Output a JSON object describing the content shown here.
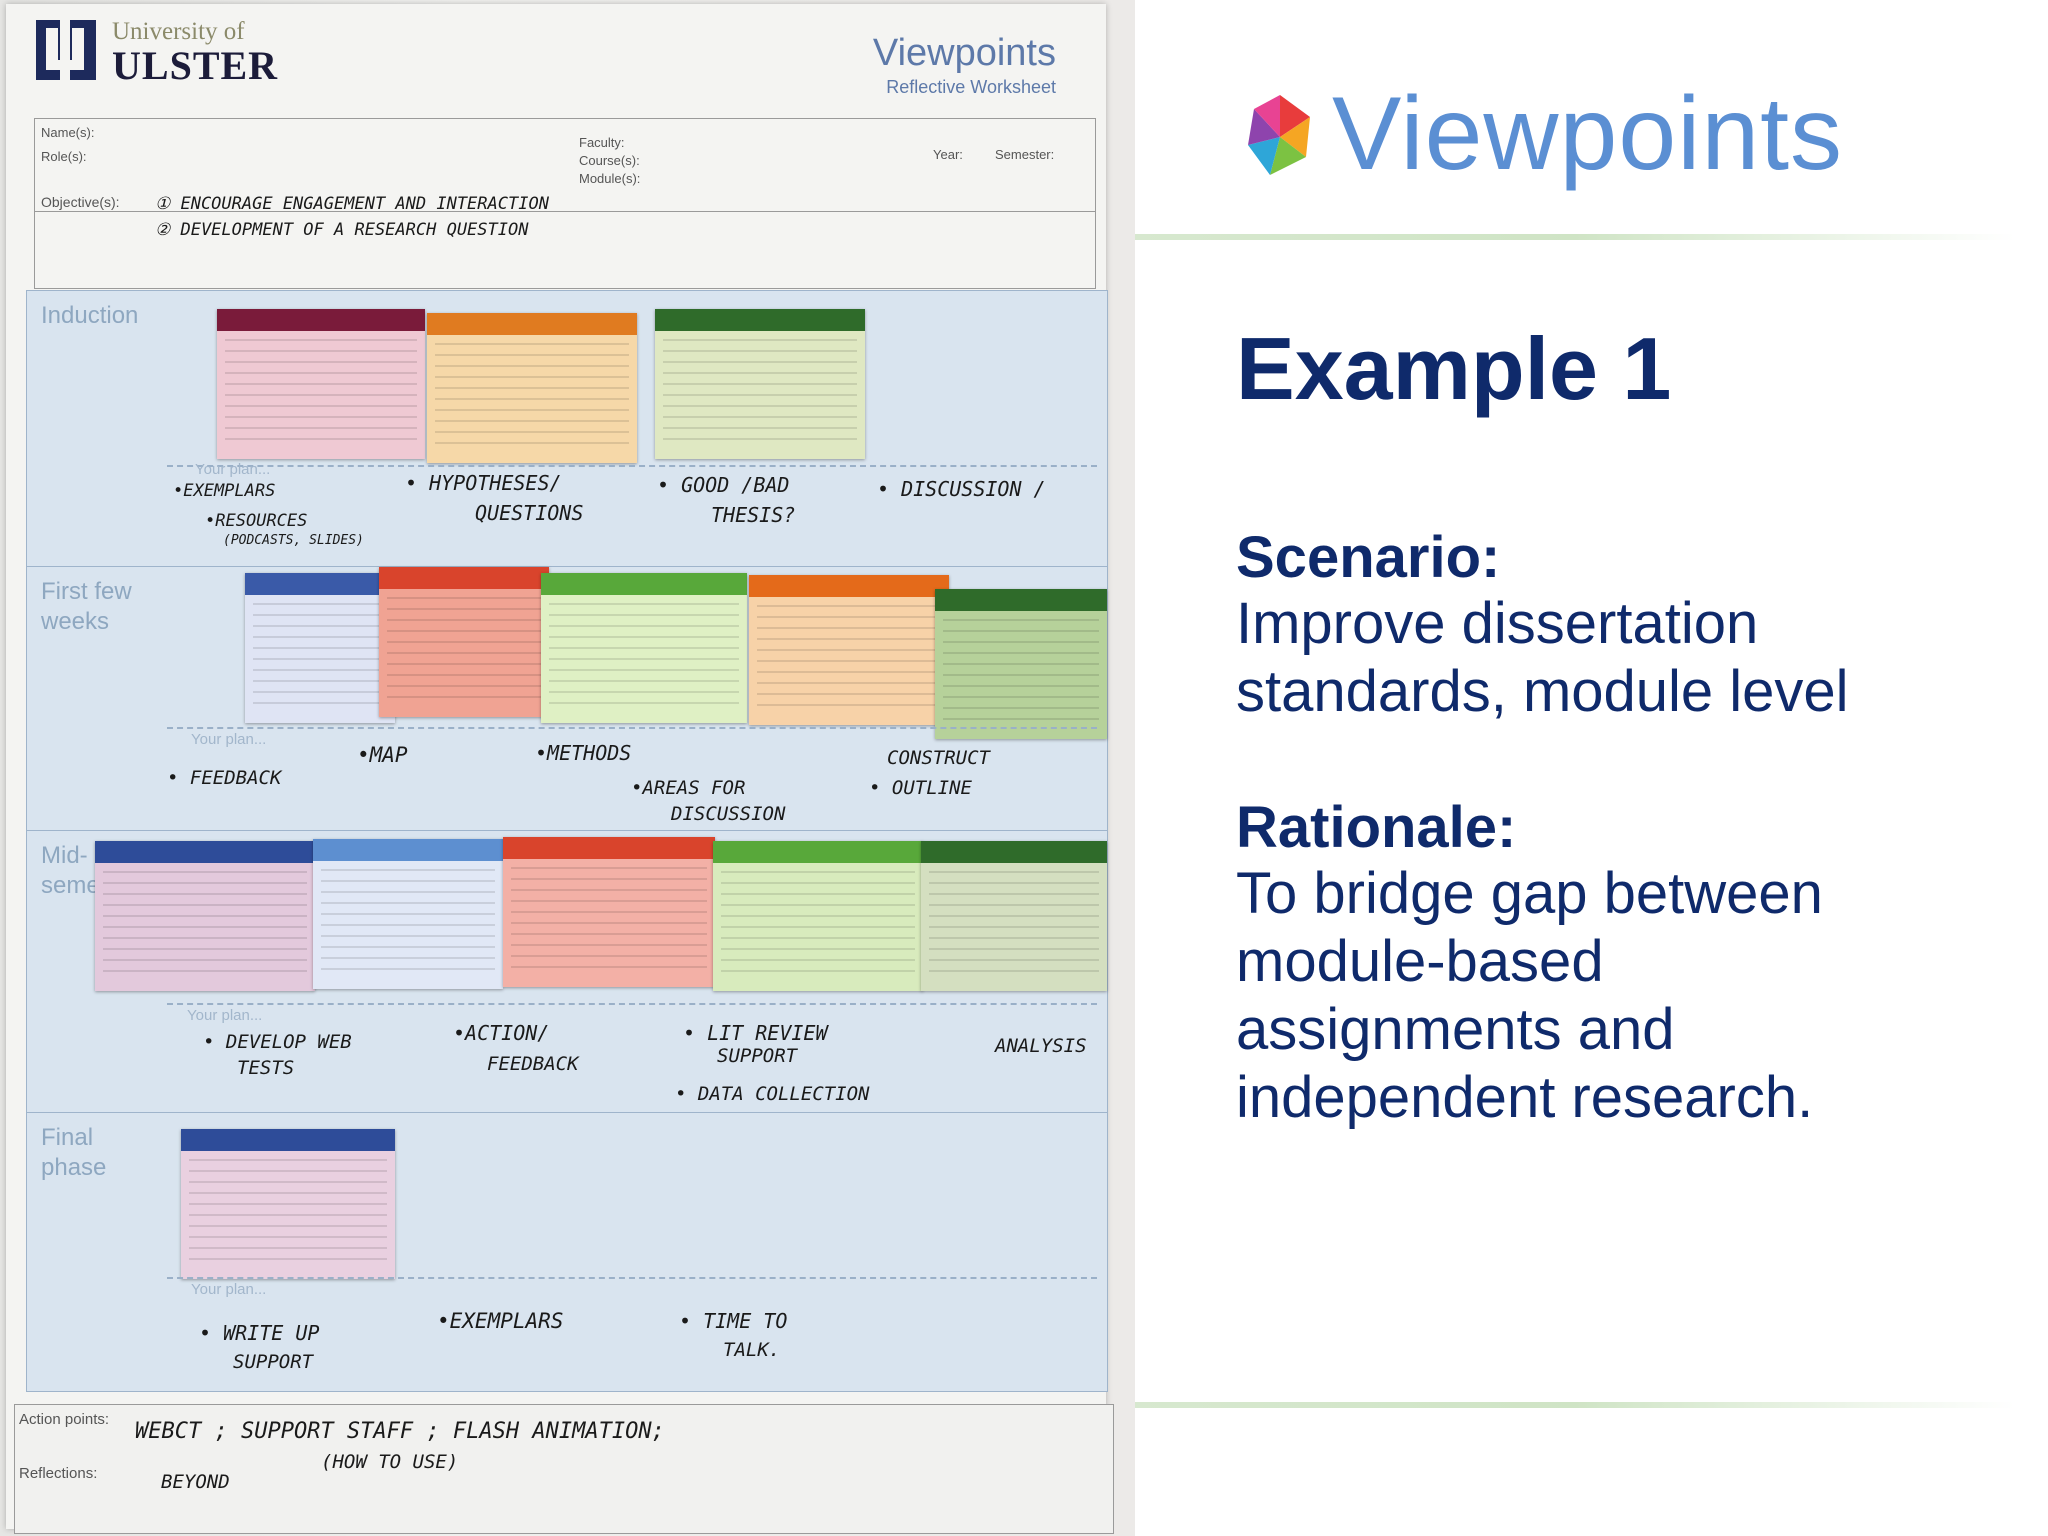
{
  "slide": {
    "logo_text": "Viewpoints",
    "title": "Example 1",
    "scenario_label": "Scenario:",
    "scenario_lines": [
      "Improve dissertation",
      "standards, module level"
    ],
    "rationale_label": "Rationale:",
    "rationale_lines": [
      "To bridge gap between",
      "module-based",
      "assignments and",
      "independent research."
    ],
    "colors": {
      "title": "#0f2a6b",
      "logo": "#5b8fd3",
      "rule": "#d7e8cf"
    }
  },
  "worksheet": {
    "university_small": "University of",
    "university_big": "ULSTER",
    "brand": "Viewpoints",
    "brand_sub": "Reflective Worksheet",
    "fields": {
      "name": "Name(s):",
      "role": "Role(s):",
      "faculty": "Faculty:",
      "course": "Course(s):",
      "module": "Module(s):",
      "year": "Year:",
      "semester": "Semester:",
      "objectives": "Objective(s):"
    },
    "objectives": [
      "① ENCOURAGE ENGAGEMENT AND INTERACTION",
      "② DEVELOPMENT OF A RESEARCH QUESTION"
    ],
    "phases": [
      {
        "name": "Induction",
        "plan_label": "Your plan...",
        "notes": [
          "•EXEMPLARS",
          "•RESOURCES",
          "(PODCASTS, SLIDES)",
          "• HYPOTHESES/",
          "QUESTIONS",
          "• GOOD /BAD",
          "THESIS?",
          "• DISCUSSION /"
        ]
      },
      {
        "name": "First few weeks",
        "plan_label": "Your plan...",
        "notes": [
          "• FEEDBACK",
          "•MAP",
          "•METHODS",
          "•AREAS FOR",
          "DISCUSSION",
          "CONSTRUCT",
          "• OUTLINE"
        ]
      },
      {
        "name": "Mid-seme",
        "plan_label": "Your plan...",
        "notes": [
          "• DEVELOP WEB",
          "TESTS",
          "•ACTION/",
          "FEEDBACK",
          "• LIT REVIEW",
          "SUPPORT",
          "• DATA COLLECTION",
          "ANALYSIS"
        ]
      },
      {
        "name": "Final phase",
        "plan_label": "Your plan...",
        "notes": [
          "• WRITE UP",
          "SUPPORT",
          "•EXEMPLARS",
          "• TIME TO",
          "TALK."
        ]
      }
    ],
    "action_label": "Action points:",
    "reflections_label": "Reflections:",
    "action_note": "WEBCT ; SUPPORT STAFF ; FLASH ANIMATION;",
    "action_note_2": "(HOW TO USE)",
    "action_note_3": "BEYOND"
  }
}
